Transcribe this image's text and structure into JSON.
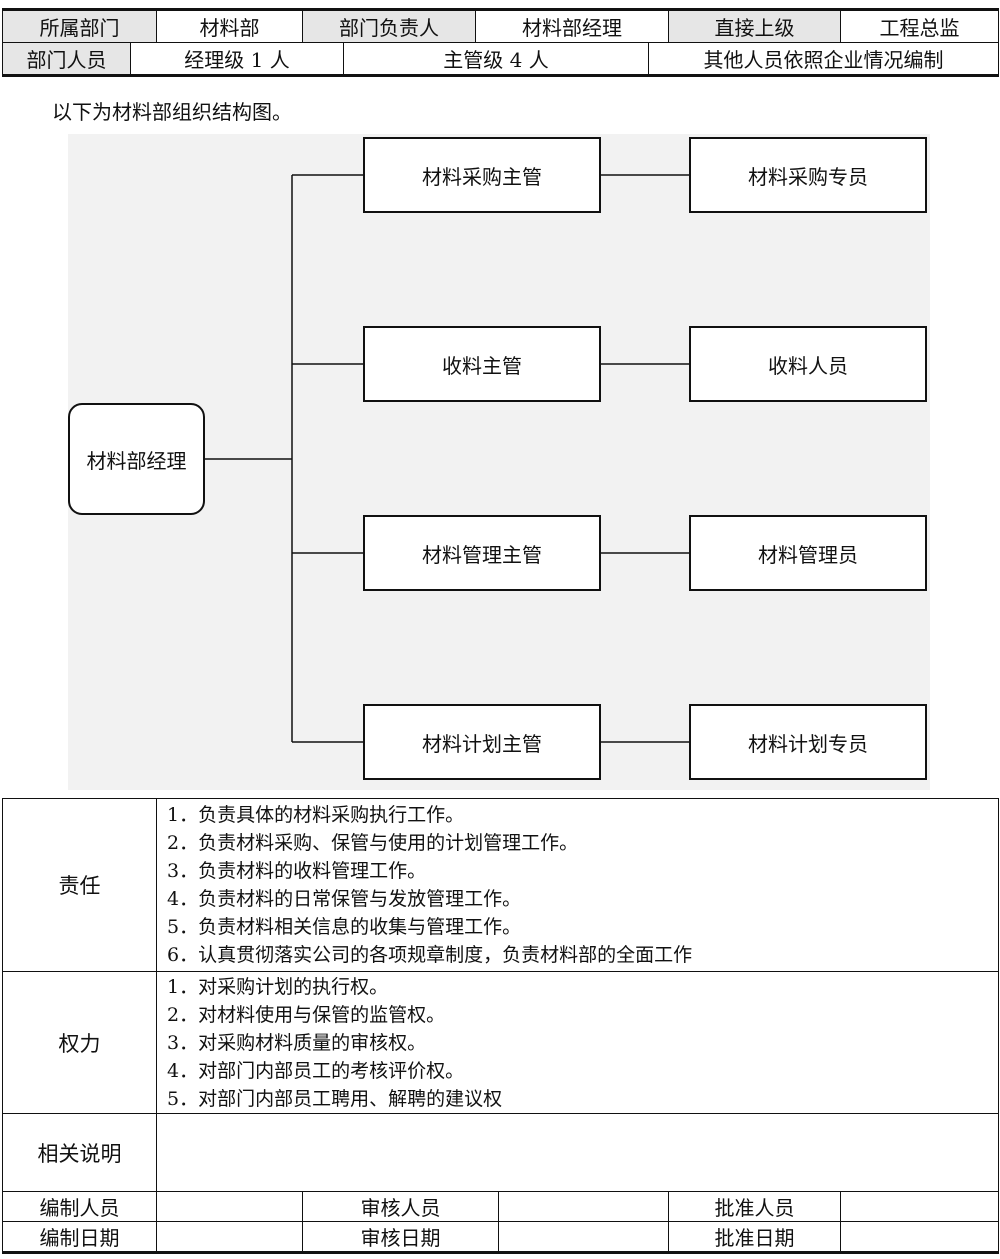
{
  "header": {
    "dept_label": "所属部门",
    "dept_value": "材料部",
    "head_label": "部门负责人",
    "head_value": "材料部经理",
    "superior_label": "直接上级",
    "superior_value": "工程总监",
    "staff_label": "部门人员",
    "staff_manager": "经理级 1 人",
    "staff_supervisor": "主管级 4 人",
    "staff_other": "其他人员依照企业情况编制"
  },
  "intro": "以下为材料部组织结构图。",
  "org_chart": {
    "root": "材料部经理",
    "branches": [
      {
        "supervisor": "材料采购主管",
        "staff": "材料采购专员"
      },
      {
        "supervisor": "收料主管",
        "staff": "收料人员"
      },
      {
        "supervisor": "材料管理主管",
        "staff": "材料管理员"
      },
      {
        "supervisor": "材料计划主管",
        "staff": "材料计划专员"
      }
    ]
  },
  "responsibilities": {
    "label": "责任",
    "items": [
      "1．负责具体的材料采购执行工作。",
      "2．负责材料采购、保管与使用的计划管理工作。",
      "3．负责材料的收料管理工作。",
      "4．负责材料的日常保管与发放管理工作。",
      "5．负责材料相关信息的收集与管理工作。",
      "6．认真贯彻落实公司的各项规章制度，负责材料部的全面工作"
    ]
  },
  "authority": {
    "label": "权力",
    "items": [
      "1．对采购计划的执行权。",
      "2．对材料使用与保管的监管权。",
      "3．对采购材料质量的审核权。",
      "4．对部门内部员工的考核评价权。",
      "5．对部门内部员工聘用、解聘的建议权"
    ]
  },
  "notes": {
    "label": "相关说明",
    "value": ""
  },
  "signoff": {
    "prepared_by": "编制人员",
    "reviewed_by": "审核人员",
    "approved_by": "批准人员",
    "prepared_date": "编制日期",
    "reviewed_date": "审核日期",
    "approved_date": "批准日期"
  }
}
